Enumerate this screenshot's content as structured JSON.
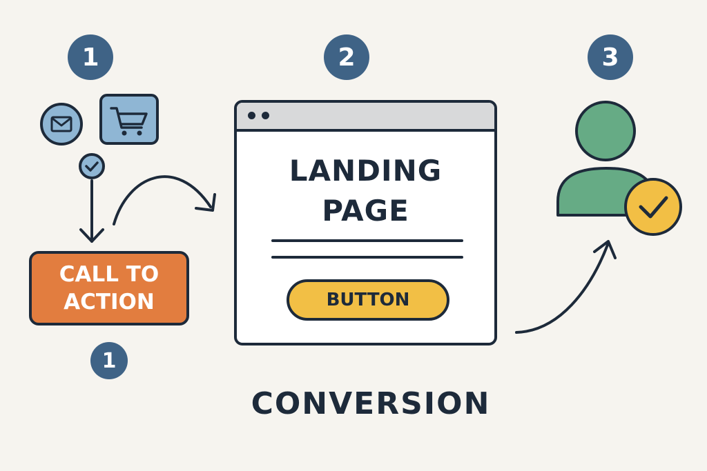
{
  "steps": {
    "step1": "1",
    "step2": "2",
    "step3": "3",
    "step1_repeat": "1"
  },
  "cta": {
    "line1": "CALL TO",
    "line2": "ACTION"
  },
  "landing_page": {
    "title_line1": "LANDING",
    "title_line2": "PAGE",
    "button_label": "BUTTON"
  },
  "caption": "CONVERSION",
  "icons": [
    "mail-icon",
    "shopping-cart-icon",
    "check-icon",
    "user-icon",
    "arrow-icon"
  ],
  "colors": {
    "background": "#f6f4ef",
    "badge": "#3f6386",
    "outline": "#1d2a3a",
    "cta": "#e27d3f",
    "button": "#f2bf45",
    "user": "#66ab85",
    "icon_fill": "#8fb6d4",
    "check_badge": "#f2bf45"
  }
}
